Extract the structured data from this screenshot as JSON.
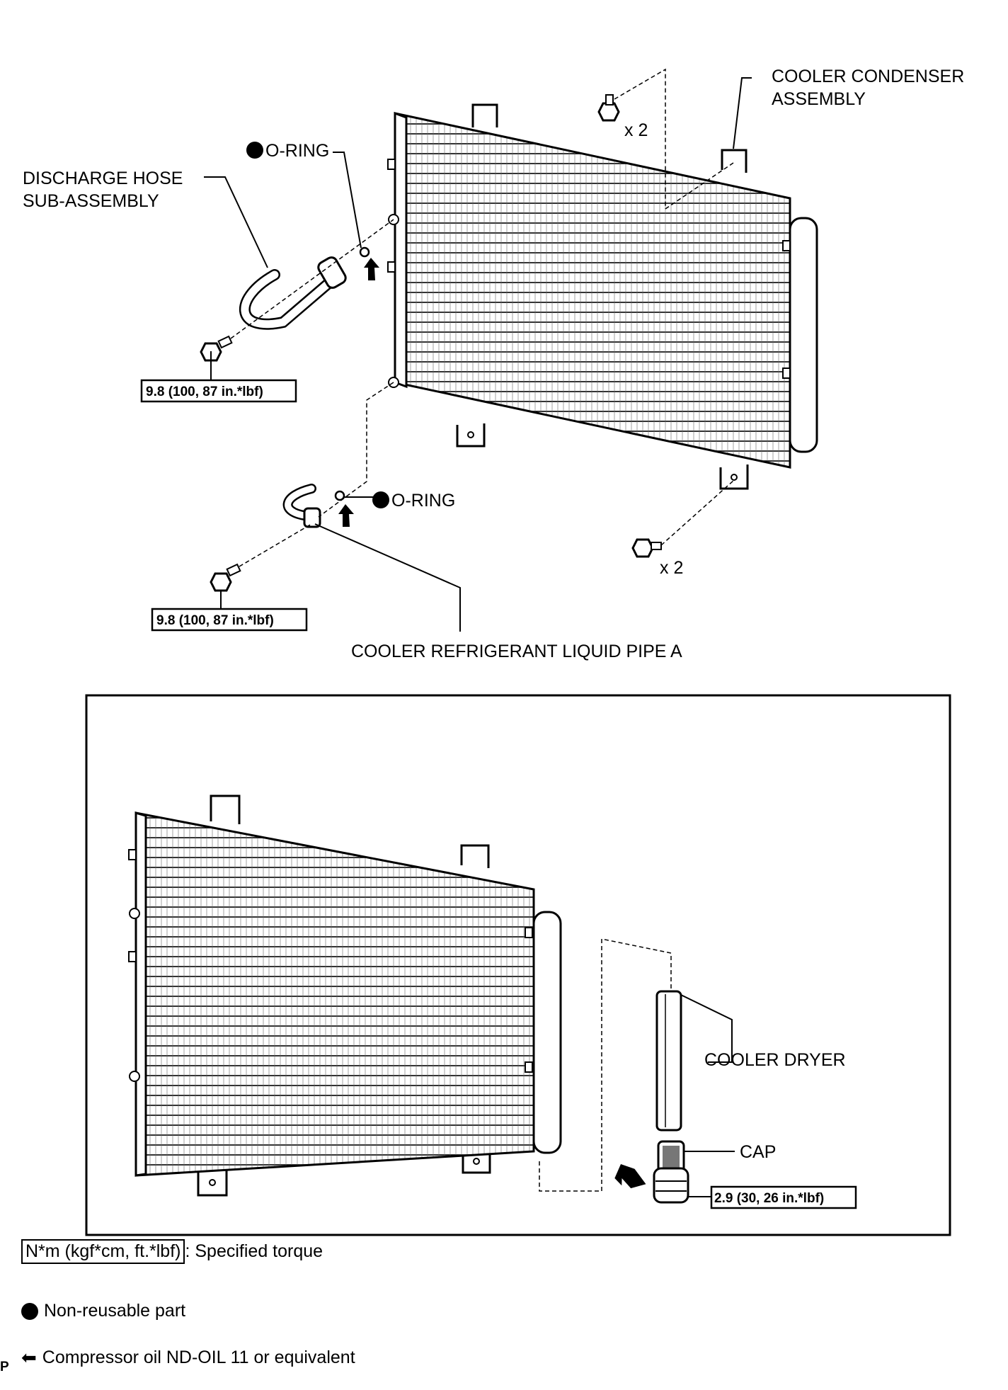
{
  "labels": {
    "cooler_condenser": [
      "COOLER CONDENSER",
      "ASSEMBLY"
    ],
    "x2_top": "x 2",
    "x2_bottom": "x 2",
    "o_ring_top": "O-RING",
    "o_ring_bottom": "O-RING",
    "discharge_hose": [
      "DISCHARGE HOSE",
      "SUB-ASSEMBLY"
    ],
    "liquid_pipe": "COOLER REFRIGERANT LIQUID PIPE A",
    "cooler_dryer": "COOLER DRYER",
    "cap": "CAP"
  },
  "torques": {
    "discharge_bolt": "9.8 (100, 87 in.*lbf)",
    "liquid_pipe_bolt": "9.8 (100, 87 in.*lbf)",
    "cap": "2.9 (30, 26 in.*lbf)"
  },
  "legend": {
    "torque_box": "N*m (kgf*cm, ft.*lbf)",
    "torque_text": ": Specified torque",
    "non_reusable": "Non-reusable part",
    "compressor_oil": "Compressor oil ND-OIL 11 or equivalent"
  },
  "figure_code": "P"
}
